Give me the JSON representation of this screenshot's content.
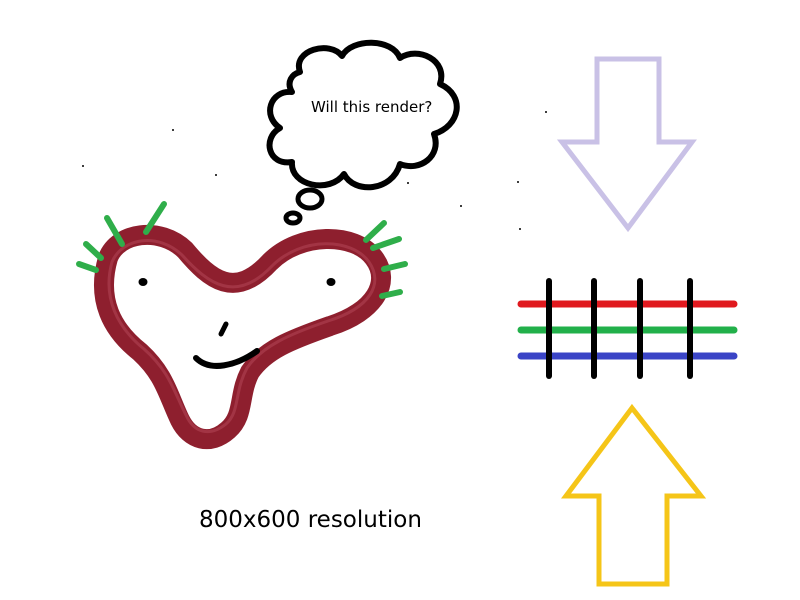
{
  "thought_bubble": {
    "text": "Will this render?"
  },
  "caption": {
    "text": "800x600 resolution"
  },
  "colors": {
    "blob": "#8e1f2e",
    "blob_highlight": "#a8394a",
    "whiskers": "#2fae4a",
    "face": "#000000",
    "bubble_outline": "#000000",
    "arrow_down": "#c9c1e6",
    "arrow_up": "#f5c518",
    "line_red": "#e0191e",
    "line_green": "#22b04a",
    "line_blue": "#3a44c6",
    "bars": "#000000"
  },
  "icons": {
    "blob": "heart-blob-creature",
    "arrow_down": "down-arrow-icon",
    "arrow_up": "up-arrow-icon",
    "grid": "color-lines-grid"
  }
}
